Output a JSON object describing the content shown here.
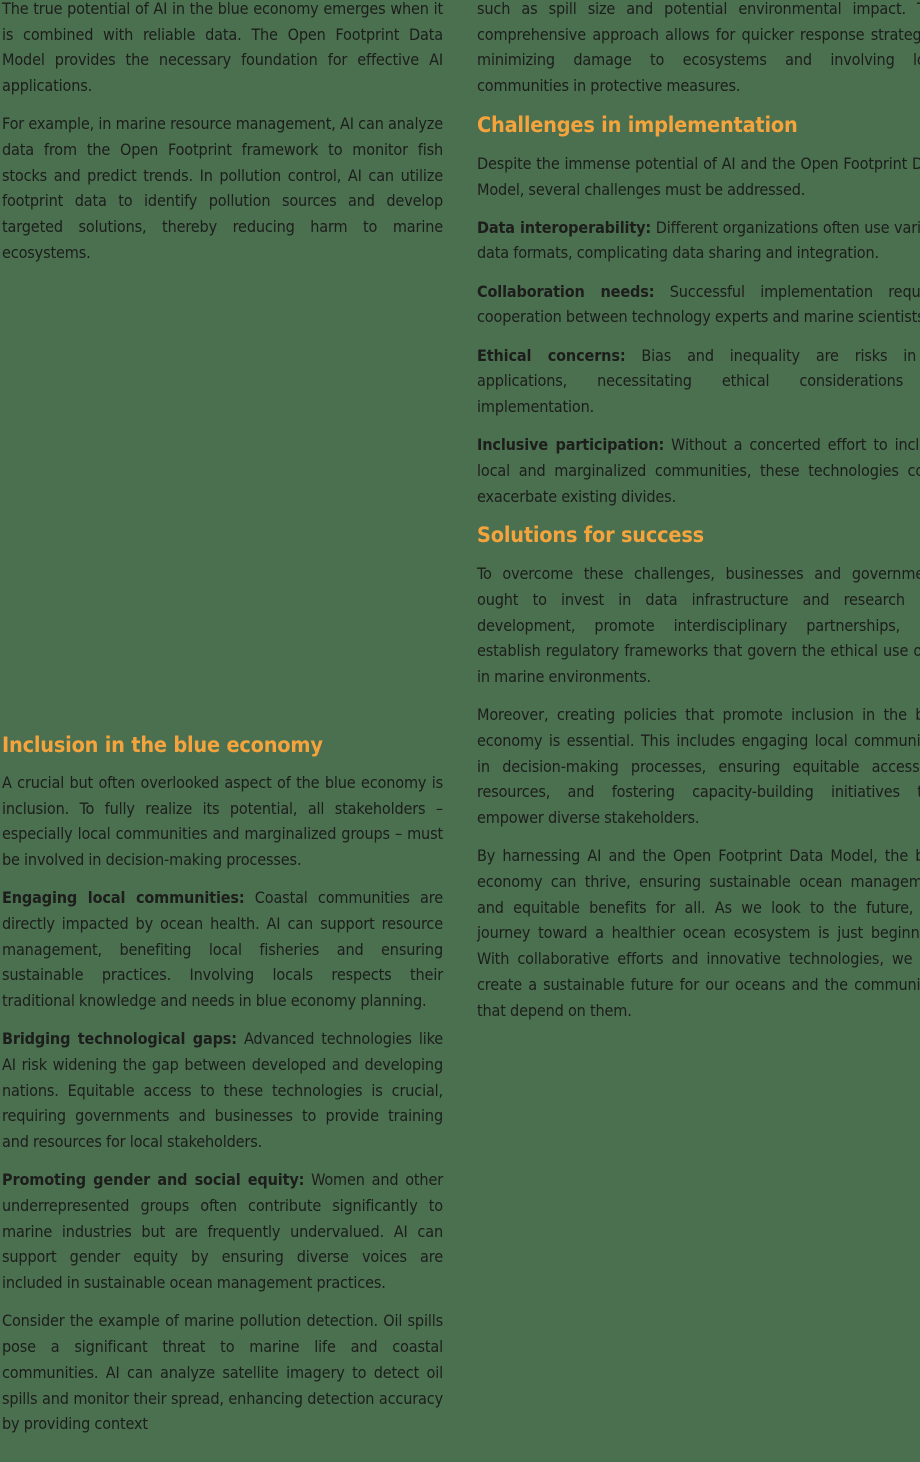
{
  "page": {
    "background_color": "#4a7050",
    "body_text_color": "#1d1d1b",
    "heading_color": "#f5a33c",
    "columns": 2
  },
  "left_column": {
    "paragraphs": [
      {
        "id": "p-true-potential",
        "text": "The true potential of AI in the blue economy emerges when it is combined with reliable data. The Open Footprint Data Model provides the necessary foundation for effective AI applications."
      },
      {
        "id": "p-marine-resource",
        "text": "For example, in marine resource management, AI can analyze data from the Open Footprint framework to monitor fish stocks and predict trends. In pollution control, AI can utilize footprint data to identify pollution sources and develop targeted solutions, thereby reducing harm to marine ecosystems."
      }
    ],
    "section": {
      "heading": "Inclusion in the blue economy",
      "paragraphs": [
        {
          "id": "p-crucial-aspect",
          "lead": "",
          "text": "A crucial but often overlooked aspect of the blue economy is inclusion. To fully realize its potential, all stakeholders – especially local communities and marginalized groups – must be involved in decision-making processes."
        },
        {
          "id": "p-engaging-communities",
          "lead": "Engaging local communities:",
          "text": " Coastal communities are directly impacted by ocean health. AI can support resource management, benefiting local fisheries and ensuring sustainable practices. Involving locals respects their traditional knowledge and needs in blue economy planning."
        },
        {
          "id": "p-bridging-gaps",
          "lead": "Bridging technological gaps:",
          "text": " Advanced technologies like AI risk widening the gap between developed and developing nations. Equitable access to these technologies is crucial, requiring governments and businesses to provide training and resources for local stakeholders."
        },
        {
          "id": "p-gender-equity",
          "lead": "Promoting gender and social equity:",
          "text": " Women and other underrepresented groups often contribute significantly to marine industries but are frequently undervalued. AI can support gender equity by ensuring diverse voices are included in sustainable ocean management practices."
        },
        {
          "id": "p-pollution-detection",
          "lead": "",
          "text": "Consider the example of marine pollution detection. Oil spills pose a significant threat to marine life and coastal communities. AI can analyze satellite imagery to detect oil spills and monitor their spread, enhancing detection accuracy by providing context"
        }
      ]
    }
  },
  "right_column": {
    "continuation": {
      "id": "p-spill-size",
      "text": "such as spill size and potential environmental impact. This comprehensive approach allows for quicker response strategies, minimizing damage to ecosystems and involving local communities in protective measures."
    },
    "sections": [
      {
        "id": "section-challenges",
        "heading": "Challenges in implementation",
        "paragraphs": [
          {
            "id": "p-despite-potential",
            "lead": "",
            "text": "Despite the immense potential of AI and the Open Footprint Data Model, several challenges must be addressed."
          },
          {
            "id": "p-data-interoperability",
            "lead": "Data interoperability:",
            "text": " Different organizations often use various data formats, complicating data sharing and integration."
          },
          {
            "id": "p-collaboration-needs",
            "lead": "Collaboration needs:",
            "text": " Successful implementation requires cooperation between technology experts and marine scientists."
          },
          {
            "id": "p-ethical-concerns",
            "lead": "Ethical concerns:",
            "text": " Bias and inequality are risks in AI applications, necessitating ethical considerations in implementation."
          },
          {
            "id": "p-inclusive-participation",
            "lead": "Inclusive participation:",
            "text": " Without a concerted effort to include local and marginalized communities, these technologies could exacerbate existing divides."
          }
        ]
      },
      {
        "id": "section-solutions",
        "heading": "Solutions for success",
        "paragraphs": [
          {
            "id": "p-overcome-challenges",
            "lead": "",
            "text": "To overcome these challenges, businesses and governments ought to invest in data infrastructure and research and development, promote interdisciplinary partnerships, and establish regulatory frameworks that govern the ethical use of AI in marine environments."
          },
          {
            "id": "p-moreover-policies",
            "lead": "",
            "text": "Moreover, creating policies that promote inclusion in the blue economy is essential. This includes engaging local communities in decision-making processes, ensuring equitable access to resources, and fostering capacity-building initiatives that empower diverse stakeholders."
          },
          {
            "id": "p-by-harnessing",
            "lead": "",
            "text": "By harnessing AI and the Open Footprint Data Model, the blue economy can thrive, ensuring sustainable ocean management and equitable benefits for all. As we look to the future, the journey toward a healthier ocean ecosystem is just beginning. With collaborative efforts and innovative technologies, we can create a sustainable future for our oceans and the communities that depend on them."
          }
        ]
      }
    ]
  }
}
